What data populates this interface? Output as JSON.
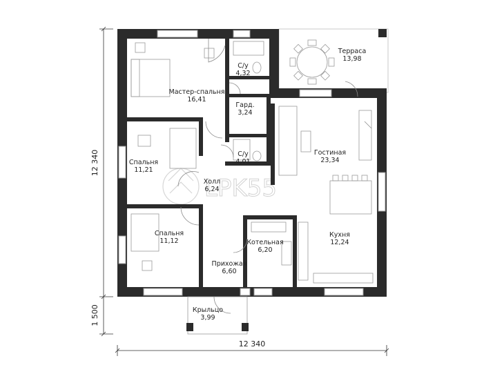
{
  "rooms": [
    {
      "id": "terrace",
      "name": "Терраса",
      "area": "13,98"
    },
    {
      "id": "master",
      "name": "Мастер-спальня",
      "area": "16,41"
    },
    {
      "id": "bath1",
      "name": "С/у",
      "area": "4,32"
    },
    {
      "id": "wardrobe",
      "name": "Гард.",
      "area": "3,24"
    },
    {
      "id": "bath2",
      "name": "С/у",
      "area": "4,01"
    },
    {
      "id": "living",
      "name": "Гостиная",
      "area": "23,34"
    },
    {
      "id": "bed1",
      "name": "Спальня",
      "area": "11,21"
    },
    {
      "id": "hall",
      "name": "Холл",
      "area": "6,24"
    },
    {
      "id": "bed2",
      "name": "Спальня",
      "area": "11,12"
    },
    {
      "id": "boiler",
      "name": "Котельная",
      "area": "6,20"
    },
    {
      "id": "kitchen",
      "name": "Кухня",
      "area": "12,24"
    },
    {
      "id": "entry",
      "name": "Прихожая",
      "area": "6,60"
    },
    {
      "id": "porch",
      "name": "Крыльцо",
      "area": "3,99"
    }
  ],
  "dimensions": {
    "width": "12 340",
    "height": "12 340",
    "porch": "1 500"
  },
  "watermark": "LPK55",
  "colors": {
    "wall": "#2b2b2b",
    "line": "#9a9a9a"
  }
}
